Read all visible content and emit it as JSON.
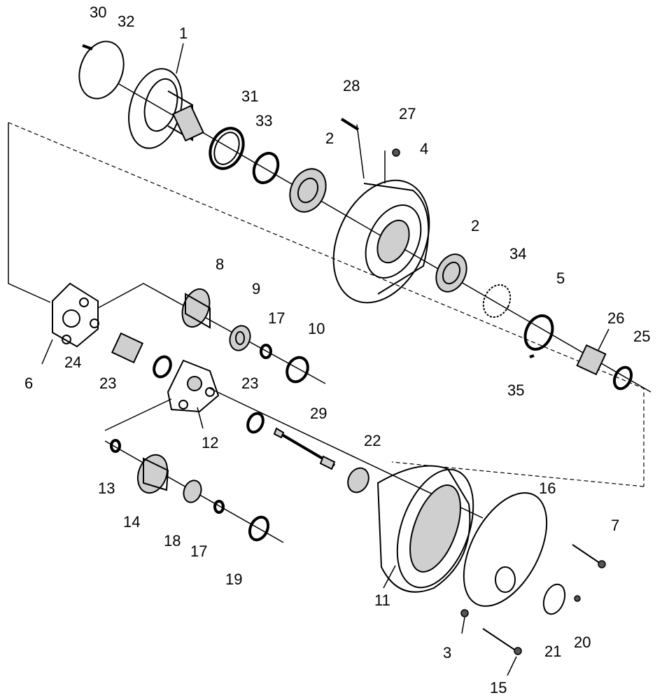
{
  "labels": {
    "p1": "1",
    "p2a": "2",
    "p2b": "2",
    "p3": "3",
    "p4": "4",
    "p5": "5",
    "p6": "6",
    "p7": "7",
    "p8": "8",
    "p9": "9",
    "p10": "10",
    "p11": "11",
    "p12": "12",
    "p13": "13",
    "p14": "14",
    "p15": "15",
    "p16": "16",
    "p17a": "17",
    "p17b": "17",
    "p18": "18",
    "p19": "19",
    "p20": "20",
    "p21": "21",
    "p22": "22",
    "p23a": "23",
    "p23b": "23",
    "p24": "24",
    "p25": "25",
    "p26": "26",
    "p27": "27",
    "p28": "28",
    "p29": "29",
    "p30": "30",
    "p31": "31",
    "p32": "32",
    "p33": "33",
    "p34": "34",
    "p35": "35"
  }
}
